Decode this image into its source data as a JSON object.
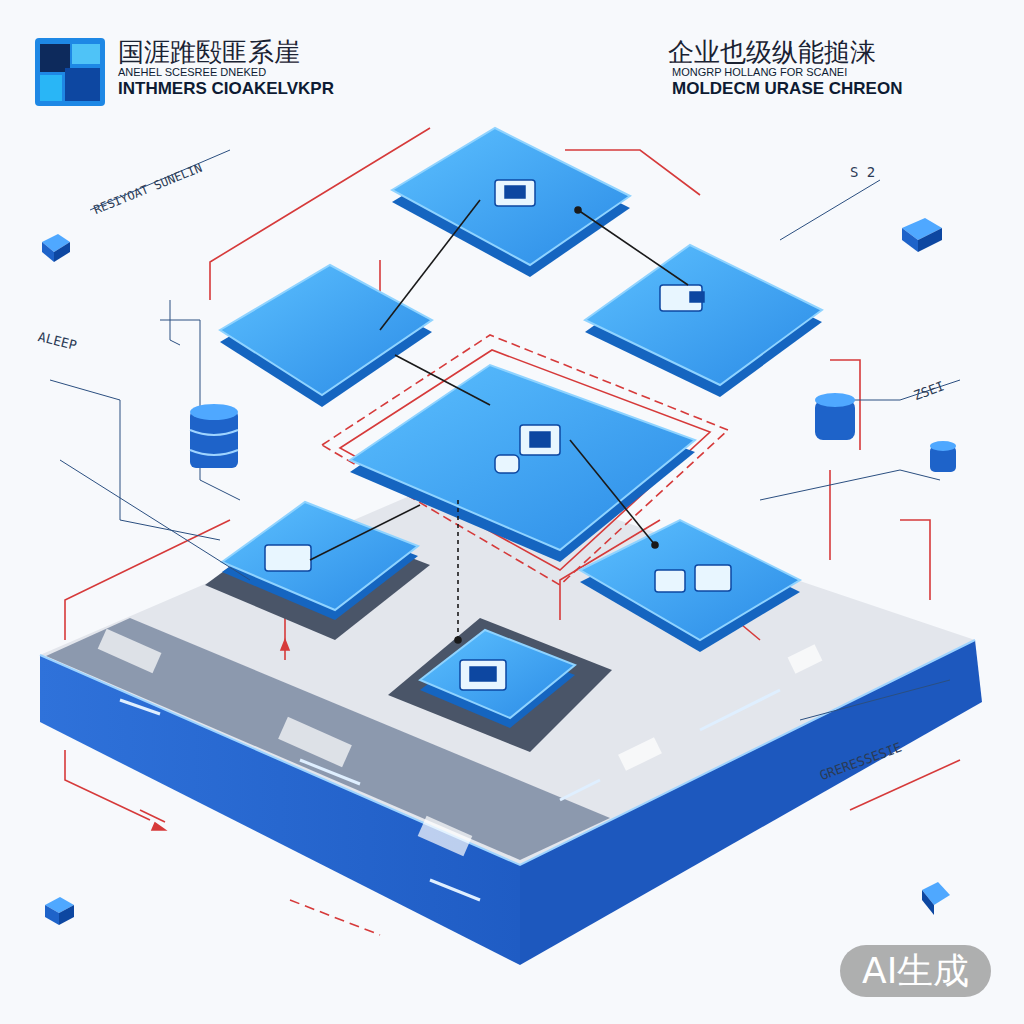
{
  "diagram": {
    "labels": [
      "国涯踓殹匪系崖",
      "ANEHEL SCESREE DNEKED",
      "INTHMERS CIOAKELVKPR",
      "企业也级纵能搥涞",
      "MONGRP HOLLANG FOR SCANEI",
      "MOLDECM URASE CHREON",
      "RESIYOAT SUNELIN",
      "S 2",
      "ALEEP",
      "ZSEI",
      "GRERESSESIE",
      "AI生成"
    ]
  }
}
